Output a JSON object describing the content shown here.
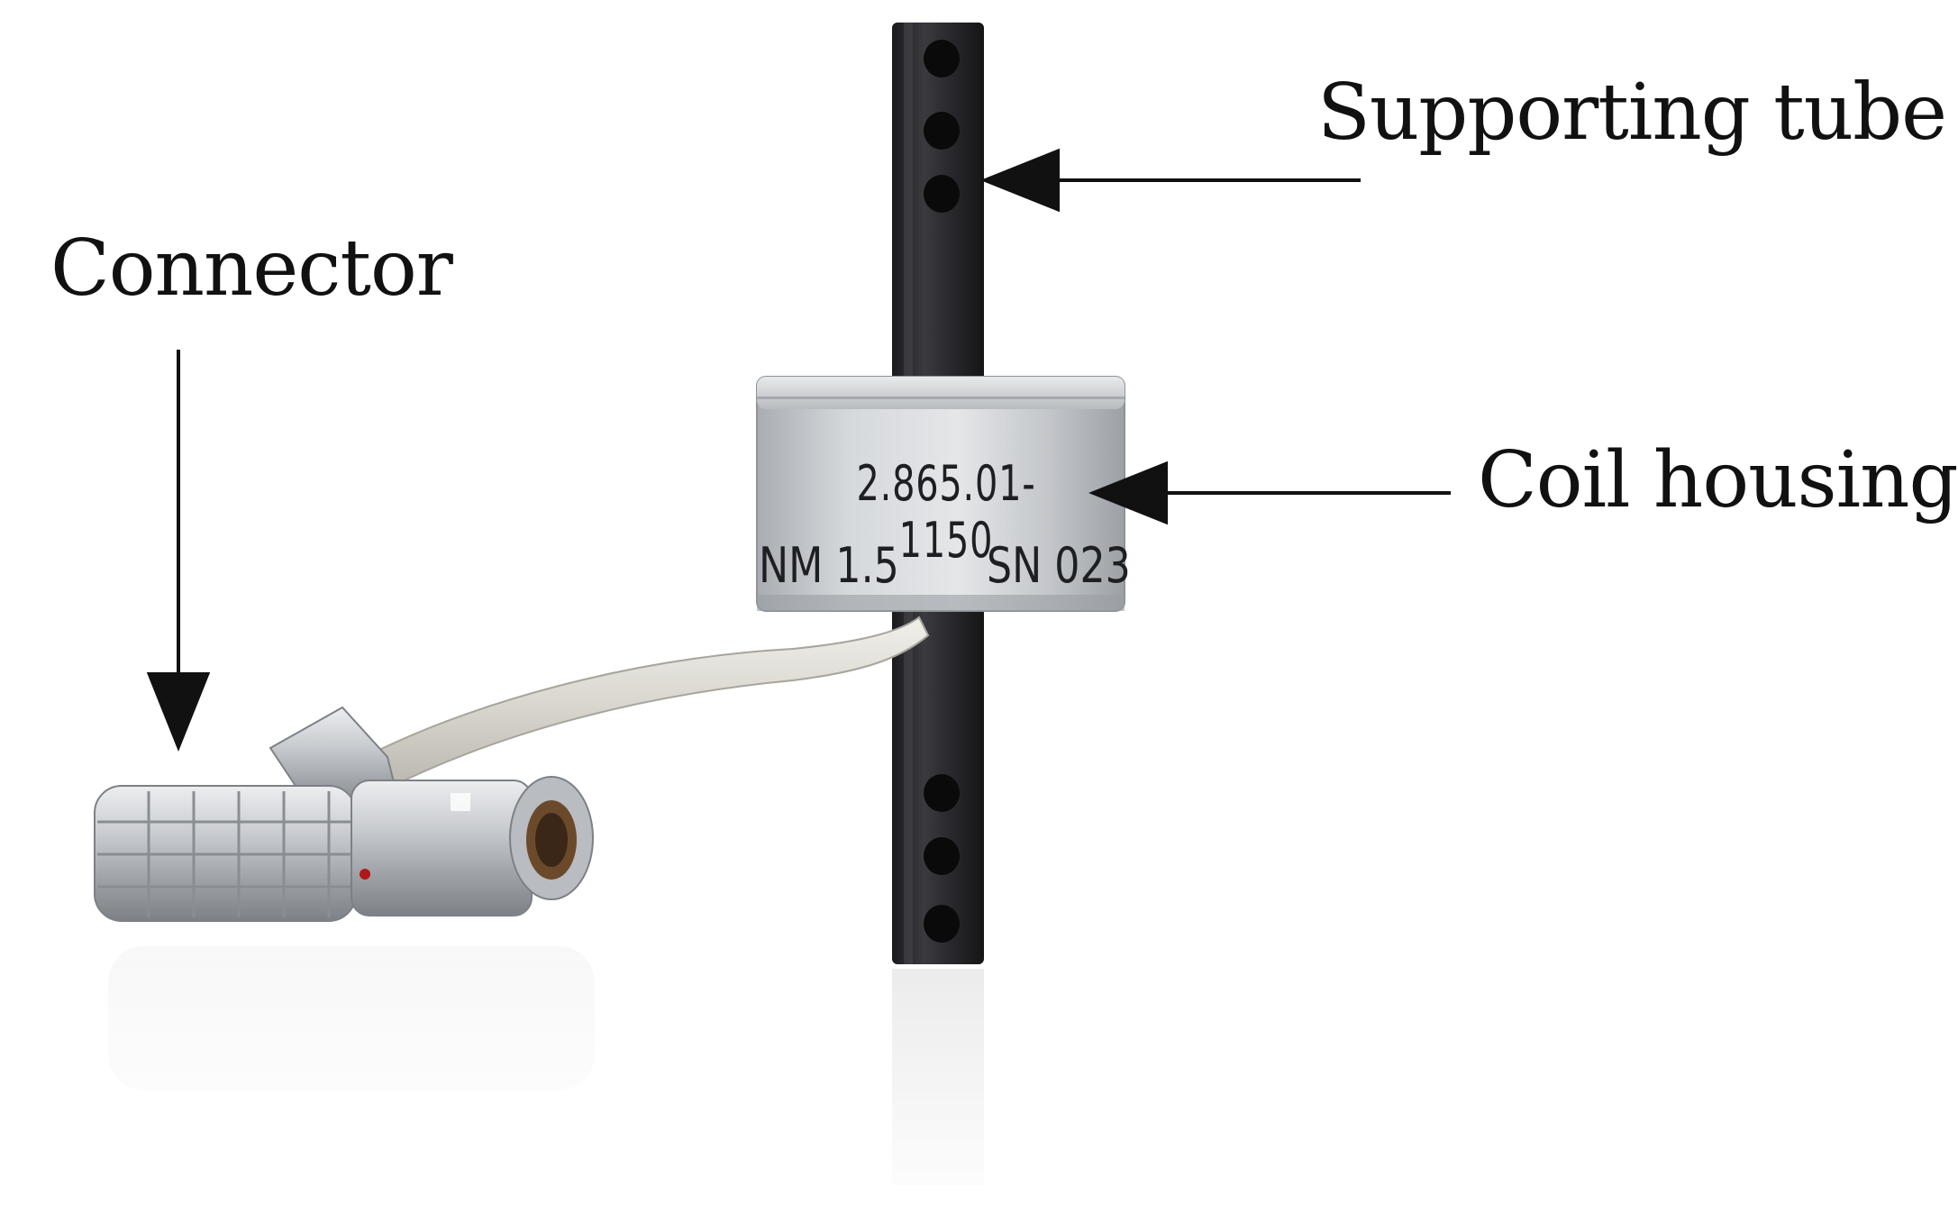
{
  "labels": {
    "supporting_tube": "Supporting tube",
    "connector": "Connector",
    "coil_housing": "Coil housing"
  },
  "engraving": {
    "part_number": "2.865.01-1150",
    "nominal": "NM 1.5",
    "serial": "SN 023"
  },
  "colors": {
    "background": "#ffffff",
    "tube": "#2a2a2e",
    "housing": "#c9ccd0",
    "cable": "#dedcd4",
    "connector": "#c7c9cc",
    "label_text": "#111111",
    "arrow": "#111111"
  }
}
